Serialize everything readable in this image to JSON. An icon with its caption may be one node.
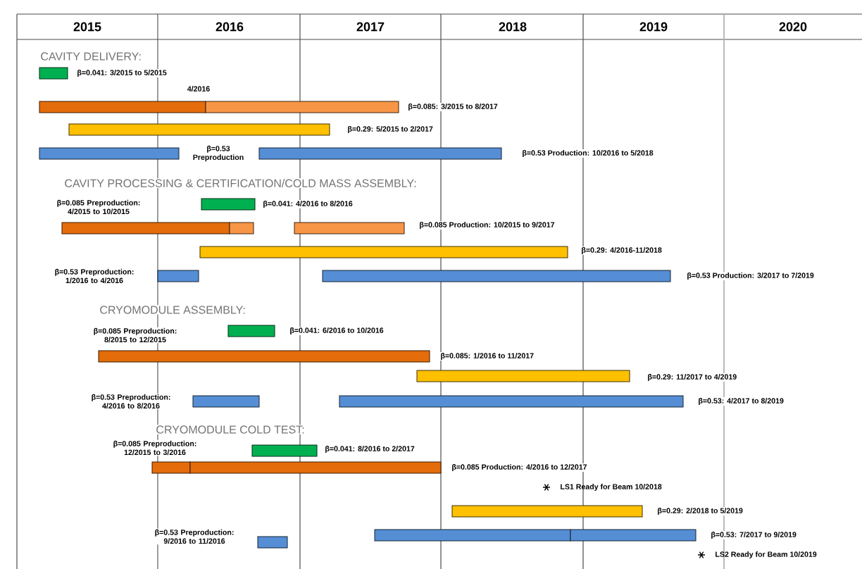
{
  "diagram": {
    "nodes": [
      {
        "text": [],
        "shape": "bar",
        "beside": [
          "β=0.041: 3/2015 to 5/2015"
        ]
      },
      {
        "text": [],
        "shape": "bar",
        "beside": [
          "4/2016",
          "β=0.085: 3/2015 to 8/2017"
        ]
      },
      {
        "text": [],
        "shape": "bar",
        "beside": [
          "β=0.29: 5/2015 to 2/2017"
        ]
      },
      {
        "text": [],
        "shape": "bar",
        "beside": [
          "β=0.53 Preproduction"
        ]
      },
      {
        "text": [],
        "shape": "bar",
        "beside": [
          "β=0.53 Production: 10/2016 to 5/2018"
        ]
      },
      {
        "text": [],
        "shape": "bar",
        "beside": [
          "β=0.041: 4/2016 to 8/2016"
        ]
      },
      {
        "text": [],
        "shape": "bar",
        "beside": [
          "β=0.085 Preproduction: 4/2015 to 10/2015"
        ]
      },
      {
        "text": [],
        "shape": "bar",
        "beside": [
          "β=0.085 Production: 10/2015 to 9/2017"
        ]
      },
      {
        "text": [],
        "shape": "bar",
        "beside": [
          "β=0.29: 4/2016-11/2018"
        ]
      },
      {
        "text": [],
        "shape": "bar",
        "beside": [
          "β=0.53 Preproduction: 1/2016 to 4/2016"
        ]
      },
      {
        "text": [],
        "shape": "bar",
        "beside": [
          "β=0.53 Production: 3/2017 to 7/2019"
        ]
      },
      {
        "text": [],
        "shape": "bar",
        "beside": [
          "β=0.041: 6/2016 to 10/2016"
        ]
      },
      {
        "text": [],
        "shape": "bar",
        "beside": [
          "β=0.085 Preproduction: 8/2015 to 12/2015",
          "β=0.085: 1/2016 to 11/2017"
        ]
      },
      {
        "text": [],
        "shape": "bar",
        "beside": [
          "β=0.29: 11/2017 to 4/2019"
        ]
      },
      {
        "text": [],
        "shape": "bar",
        "beside": [
          "β=0.53 Preproduction: 4/2016 to 8/2016"
        ]
      },
      {
        "text": [],
        "shape": "bar",
        "beside": [
          "β=0.53: 4/2017 to 8/2019"
        ]
      },
      {
        "text": [],
        "shape": "bar",
        "beside": [
          "β=0.041: 8/2016 to 2/2017"
        ]
      },
      {
        "text": [],
        "shape": "bar",
        "beside": [
          "β=0.085 Preproduction: 12/2015 to 3/2016",
          "β=0.085 Production: 4/2016 to 12/2017"
        ]
      },
      {
        "text": [],
        "shape": "bar",
        "beside": [
          "β=0.29: 2/2018 to 5/2019"
        ]
      },
      {
        "text": [],
        "shape": "bar",
        "beside": [
          "β=0.53 Preproduction: 9/2016 to 11/2016"
        ]
      },
      {
        "text": [],
        "shape": "bar",
        "beside": [
          "β=0.53: 7/2017 to 9/2019"
        ]
      }
    ],
    "labels": [
      "2015",
      "2016",
      "2017",
      "2018",
      "2019",
      "2020",
      "CAVITY DELIVERY:",
      "CAVITY PROCESSING & CERTIFICATION/COLD MASS ASSEMBLY:",
      "CRYOMODULE ASSEMBLY:",
      "CRYOMODULE COLD TEST:",
      "LS1 Ready for Beam 10/2018",
      "LS2 Ready for Beam 10/2019"
    ]
  }
}
